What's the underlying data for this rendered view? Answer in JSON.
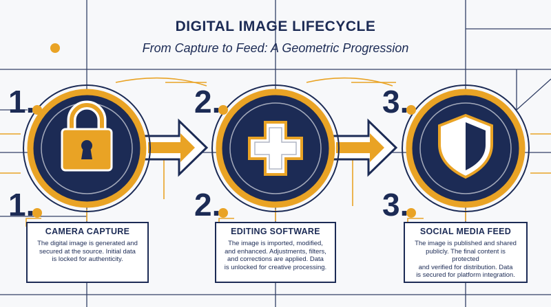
{
  "title": "DIGITAL IMAGE LIFECYCLE",
  "subtitle": "From Capture to Feed: A Geometric Progression",
  "colors": {
    "navy": "#1c2b55",
    "gold": "#e9a325",
    "white": "#ffffff"
  },
  "steps": [
    {
      "number": "1.",
      "icon": "lock-icon",
      "label": "CAMERA CAPTURE",
      "lines": [
        "The digital image is generated and",
        "secured at the source. Initial data",
        "is locked for authenticity."
      ]
    },
    {
      "number": "2.",
      "icon": "plus-icon",
      "label": "EDITING SOFTWARE",
      "lines": [
        "The image is imported, modified,",
        "and enhanced. Adjustments, filters,",
        "and corrections are applied. Data",
        "is unlocked for creative processing."
      ]
    },
    {
      "number": "3.",
      "icon": "shield-icon",
      "label": "SOCIAL MEDIA FEED",
      "lines": [
        "The image is published and shared",
        "publicly. The final content is protected",
        "and verified for distribution. Data",
        "is secured for platform integration."
      ]
    }
  ]
}
